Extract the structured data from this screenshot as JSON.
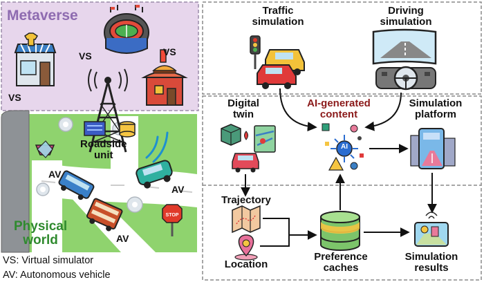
{
  "metaverse": {
    "title": "Metaverse",
    "vs_label": "VS"
  },
  "physical": {
    "title_line1": "Physical",
    "title_line2": "world",
    "roadside_line1": "Roadside",
    "roadside_line2": "unit",
    "av_label": "AV"
  },
  "legend": {
    "vs": "VS: Virtual simulator",
    "av": "AV: Autonomous vehicle"
  },
  "top_panel": {
    "traffic_line1": "Traffic",
    "traffic_line2": "simulation",
    "driving_line1": "Driving",
    "driving_line2": "simulation"
  },
  "bottom_panel": {
    "digital_line1": "Digital",
    "digital_line2": "twin",
    "aigc_line1": "AI-generated",
    "aigc_line2": "content",
    "platform_line1": "Simulation",
    "platform_line2": "platform",
    "trajectory": "Trajectory",
    "location": "Location",
    "cache_line1": "Preference",
    "cache_line2": "caches",
    "results_line1": "Simulation",
    "results_line2": "results",
    "ai_badge": "AI"
  },
  "colors": {
    "metaverse_bg": "#e7d6ec",
    "metaverse_title": "#8e6bb0",
    "grass": "#8fd36e",
    "physical_title": "#2f8a2e",
    "aigc_text": "#8b1a1a",
    "panel_border": "#888888"
  }
}
